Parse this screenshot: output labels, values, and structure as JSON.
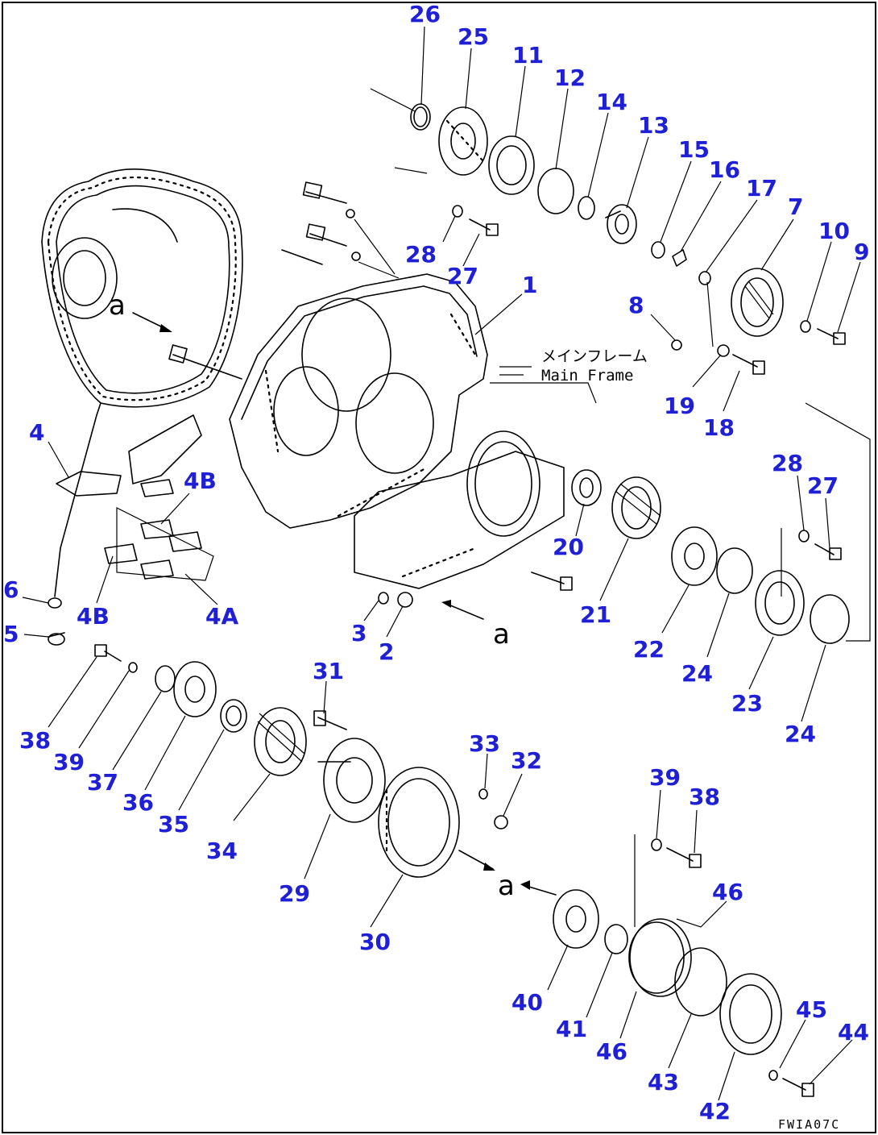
{
  "diagram": {
    "drawing_code": "FWIA07C",
    "section_marker": "a",
    "main_frame_label_jp": "メインフレーム",
    "main_frame_label_en": "Main Frame"
  },
  "callouts": {
    "c26": "26",
    "c25": "25",
    "c11": "11",
    "c12": "12",
    "c14": "14",
    "c13": "13",
    "c15": "15",
    "c16": "16",
    "c17": "17",
    "c7": "7",
    "c10": "10",
    "c9": "9",
    "c28a": "28",
    "c27a": "27",
    "c1": "1",
    "c8": "8",
    "c19": "19",
    "c18": "18",
    "c28b": "28",
    "c27b": "27",
    "c4": "4",
    "c4B_a": "4B",
    "c4B_b": "4B",
    "c4A": "4A",
    "c6": "6",
    "c5": "5",
    "c3": "3",
    "c2": "2",
    "c20": "20",
    "c21": "21",
    "c22": "22",
    "c24a": "24",
    "c23": "23",
    "c24b": "24",
    "c31": "31",
    "c33": "33",
    "c32": "32",
    "c38a": "38",
    "c39a": "39",
    "c37": "37",
    "c36": "36",
    "c35": "35",
    "c34": "34",
    "c29": "29",
    "c30": "30",
    "c39b": "39",
    "c38b": "38",
    "c46a": "46",
    "c40": "40",
    "c41": "41",
    "c46b": "46",
    "c43": "43",
    "c42": "42",
    "c45": "45",
    "c44": "44"
  }
}
